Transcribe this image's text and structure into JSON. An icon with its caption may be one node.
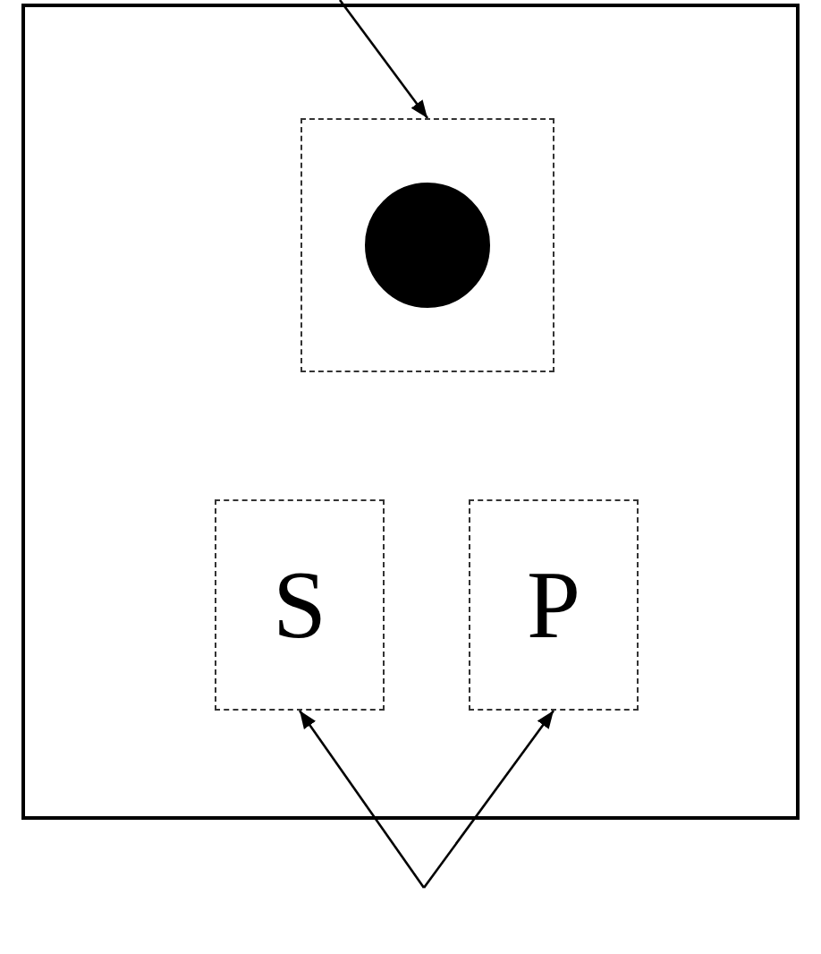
{
  "diagram": {
    "nodes": [
      {
        "text": [],
        "shape": "box"
      },
      {
        "text": [],
        "shape": "box",
        "in": 0
      },
      {
        "text": [],
        "shape": "circle",
        "in": 1
      },
      {
        "text": [
          "S"
        ],
        "in": 0
      },
      {
        "text": [
          "P"
        ],
        "in": 0
      }
    ],
    "edges": [
      {
        "from": null,
        "to": 1,
        "arrow": "to"
      },
      {
        "from": null,
        "to": 3,
        "arrow": "to"
      },
      {
        "from": null,
        "to": 4,
        "arrow": "to"
      }
    ]
  }
}
